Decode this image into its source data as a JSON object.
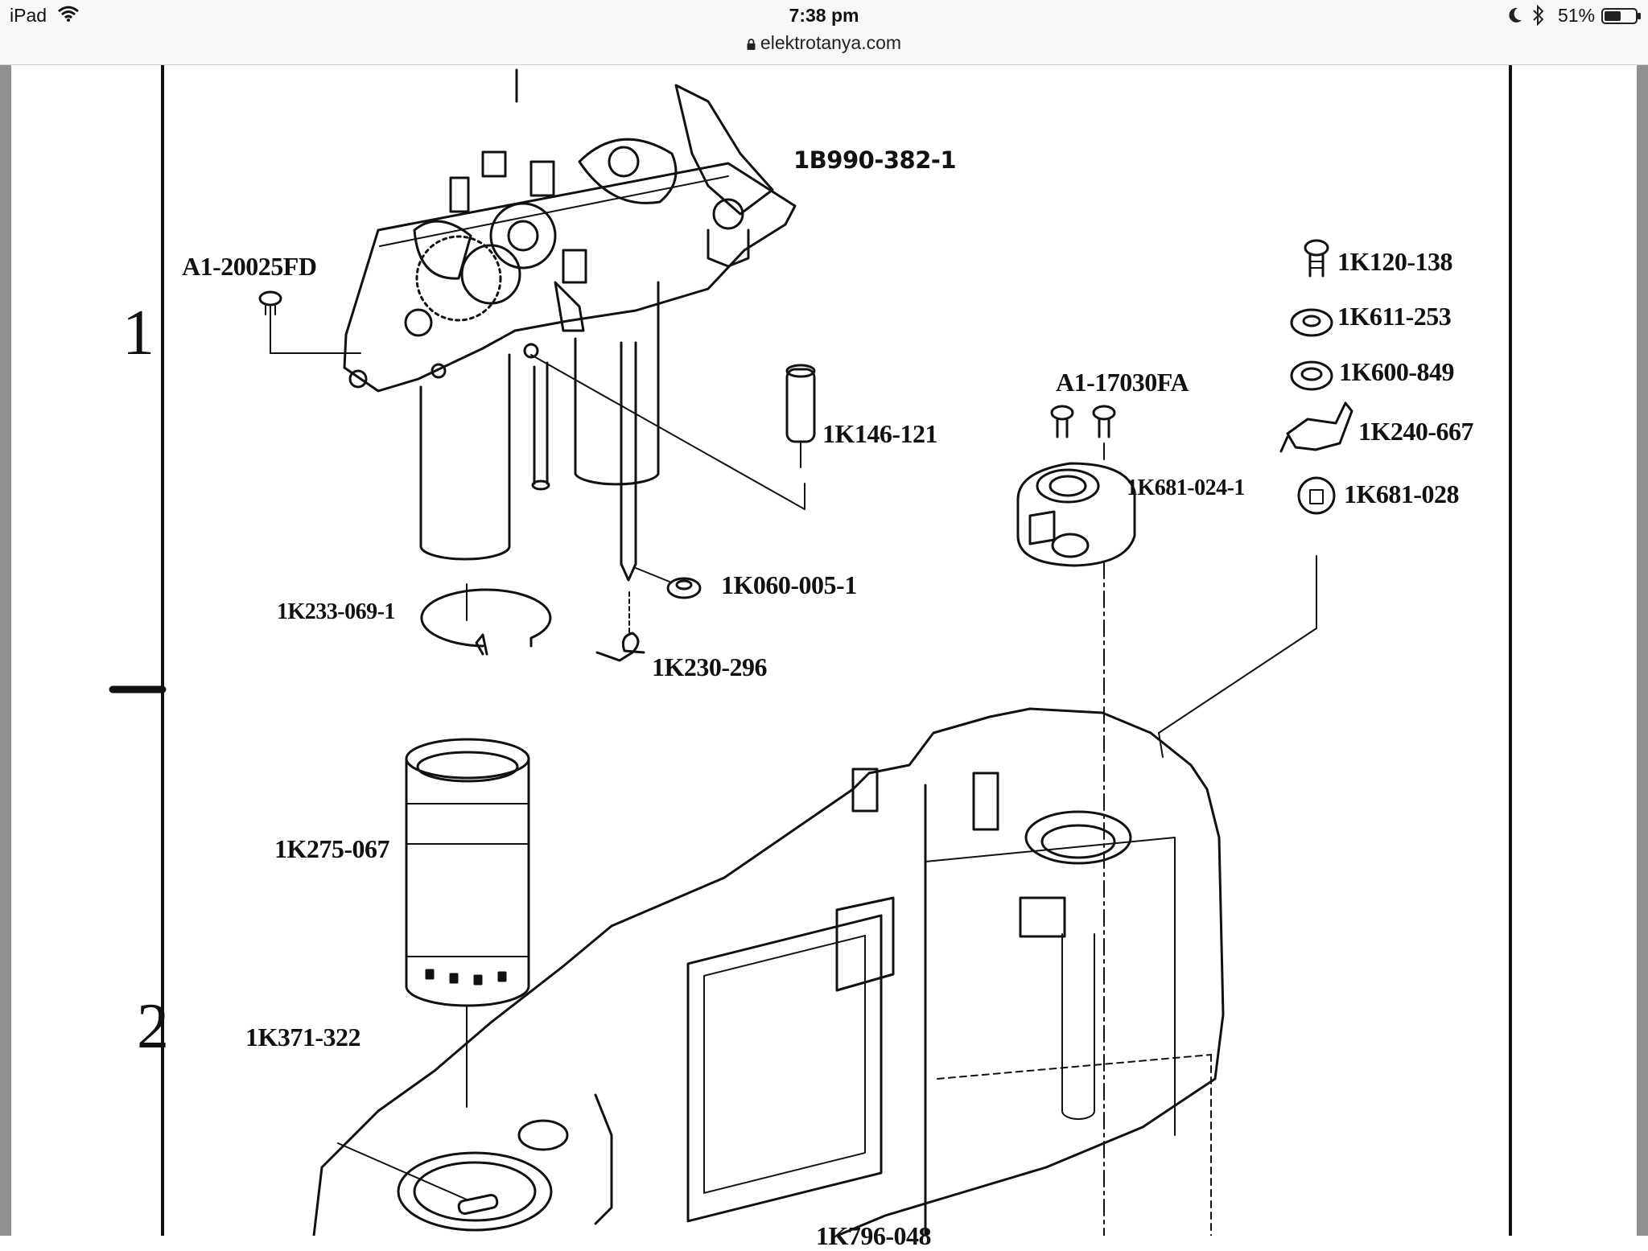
{
  "status_bar": {
    "device": "iPad",
    "time": "7:38 pm",
    "battery": "51%",
    "icons": [
      "wifi-icon",
      "lock-icon",
      "moon-icon",
      "bluetooth-icon",
      "battery-icon"
    ]
  },
  "address_bar": {
    "url": "elektrotanya.com"
  },
  "diagram": {
    "row_numbers": [
      "1",
      "2"
    ],
    "part_labels": {
      "p1B990": "1B990-382-1",
      "a120025": "A1-20025FD",
      "k120": "1K120-138",
      "k611": "1K611-253",
      "k600": "1K600-849",
      "k240": "1K240-667",
      "k681_028": "1K681-028",
      "a117030": "A1-17030FA",
      "k681_024": "1K681-024-1",
      "k146": "1K146-121",
      "k233": "1K233-069-1",
      "k060": "1K060-005-1",
      "k230": "1K230-296",
      "k275": "1K275-067",
      "k371": "1K371-322",
      "k796": "1K796-048"
    }
  }
}
